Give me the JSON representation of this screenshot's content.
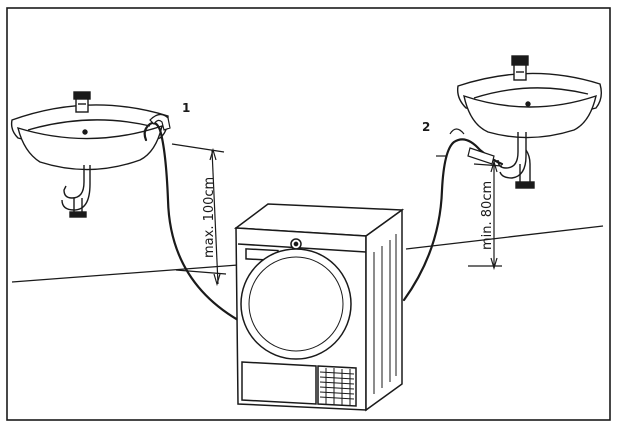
{
  "diagram": {
    "labels": {
      "option1_number": "1",
      "option2_number": "2",
      "max_height": "max. 100cm",
      "min_height": "min. 80cm"
    },
    "colors": {
      "line": "#1a1a1a",
      "background": "#ffffff"
    }
  }
}
